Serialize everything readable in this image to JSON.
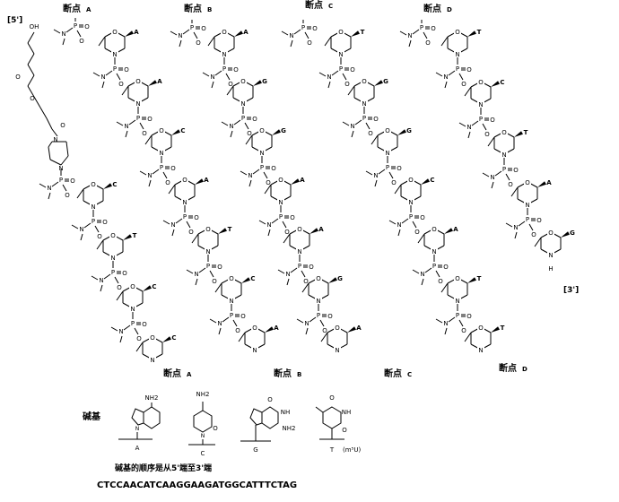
{
  "labels": {
    "end5": "[5']",
    "end3": "[3']",
    "break_word": "断点",
    "breaks": [
      "A",
      "B",
      "C",
      "D"
    ],
    "base_label": "碱基",
    "order_note": "碱基的顺序是从5'端至3'端",
    "sequence": "CTCCAACATCAAGGAAGATGGCATTTCTAG",
    "m5u": "(m⁵U)"
  },
  "strands": [
    {
      "bases": [
        "C",
        "T",
        "C",
        "C"
      ]
    },
    {
      "bases": [
        "A",
        "A",
        "C",
        "A",
        "T",
        "C",
        "A"
      ]
    },
    {
      "bases": [
        "A",
        "G",
        "G",
        "A",
        "A",
        "G",
        "A"
      ]
    },
    {
      "bases": [
        "T",
        "G",
        "G",
        "C",
        "A",
        "T",
        "T"
      ]
    },
    {
      "bases": [
        "T",
        "C",
        "T",
        "A",
        "G"
      ]
    }
  ],
  "base_structures": [
    {
      "name": "A",
      "sub": "NH2"
    },
    {
      "name": "C",
      "sub": "NH2"
    },
    {
      "name": "G",
      "sub": "NH2"
    },
    {
      "name": "T",
      "sub": ""
    }
  ],
  "atoms": {
    "N": "N",
    "O": "O",
    "P": "P",
    "OH": "OH",
    "H": "H",
    "NH": "NH"
  }
}
